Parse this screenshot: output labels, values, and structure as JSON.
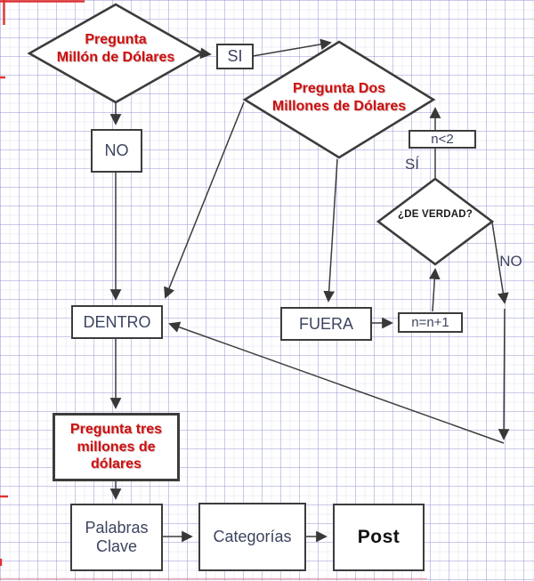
{
  "diagram_type": "flowchart",
  "nodes": {
    "pregunta_millon": "Pregunta\nMillón de Dólares",
    "si_box": "SI",
    "no_box": "NO",
    "pregunta_dos": "Pregunta Dos\nMillones de Dólares",
    "n_menor_2": "n<2",
    "de_verdad": "¿DE VERDAD?",
    "dentro": "DENTRO",
    "fuera": "FUERA",
    "n_incremento": "n=n+1",
    "pregunta_tres": "Pregunta tres\nmillones de\ndólares",
    "palabras_clave": "Palabras\nClave",
    "categorias": "Categorías",
    "post": "Post"
  },
  "edge_labels": {
    "si": "SÍ",
    "no": "NO"
  },
  "edges": [
    {
      "from": "pregunta_millon",
      "to": "si_box"
    },
    {
      "from": "si_box",
      "to": "pregunta_dos"
    },
    {
      "from": "pregunta_millon",
      "to": "no_box"
    },
    {
      "from": "no_box",
      "to": "dentro"
    },
    {
      "from": "pregunta_dos",
      "to": "dentro"
    },
    {
      "from": "pregunta_dos",
      "to": "fuera"
    },
    {
      "from": "fuera",
      "to": "n_incremento"
    },
    {
      "from": "n_incremento",
      "to": "de_verdad"
    },
    {
      "from": "de_verdad",
      "to": "pregunta_dos",
      "label": "SÍ",
      "via": "n_menor_2"
    },
    {
      "from": "de_verdad",
      "to": "dentro",
      "label": "NO"
    },
    {
      "from": "dentro",
      "to": "pregunta_tres"
    },
    {
      "from": "pregunta_tres",
      "to": "palabras_clave"
    },
    {
      "from": "palabras_clave",
      "to": "categorias"
    },
    {
      "from": "categorias",
      "to": "post"
    }
  ],
  "colors": {
    "question_text": "#cc1111",
    "node_text": "#3d4460",
    "verdad_text": "#1b1b1b",
    "line": "#3c3c3c",
    "node_fill": "#ffffff",
    "grid_major": "#d6d6ee",
    "grid_minor": "#ededf8",
    "margin_red": "#e03030",
    "background": "#ffffff"
  }
}
